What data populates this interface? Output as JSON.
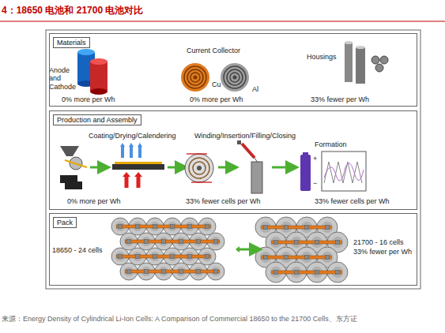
{
  "diagram": {
    "title": "4：18650 电池和 21700 电池对比",
    "caption": "来源：Energy Density of Cylindrical Li-Ion Cells: A Comparison of Commercial 18650 to the 21700 Cells、东方证",
    "nodes": [
      {
        "text": [
          "Materials"
        ]
      },
      {
        "text": [
          "Production and Assembly"
        ]
      },
      {
        "text": [
          "Pack"
        ]
      }
    ],
    "labels": [
      "Anode and Cathode",
      "0% more per Wh",
      "Current Collector",
      "Cu",
      "Al",
      "0% more per Wh",
      "Housings",
      "33% fewer per Wh",
      "Coating/Drying/Calendering",
      "Winding/Insertion/Filling/Closing",
      "Formation",
      "+",
      "−",
      "0% more per Wh",
      "33% fewer cells per Wh",
      "33% fewer cells per Wh",
      "18650 - 24 cells",
      "21700 - 16 cells 33% fewer per Wh"
    ]
  }
}
